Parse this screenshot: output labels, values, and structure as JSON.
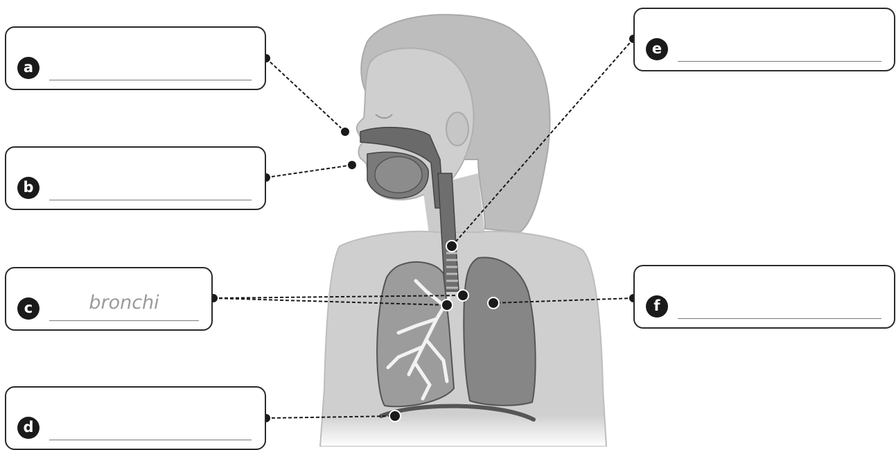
{
  "labels": [
    {
      "letter": "a",
      "answer": ""
    },
    {
      "letter": "b",
      "answer": ""
    },
    {
      "letter": "c",
      "answer": "bronchi"
    },
    {
      "letter": "d",
      "answer": ""
    },
    {
      "letter": "e",
      "answer": ""
    },
    {
      "letter": "f",
      "answer": ""
    }
  ],
  "colors": {
    "skin": "#c9c9c9",
    "hair": "#bdbdbd",
    "organ_dark": "#6a6a6a",
    "lung_right": "#8a8a8a",
    "lung_left": "#9c9c9c",
    "outline": "#2a2a2a"
  }
}
